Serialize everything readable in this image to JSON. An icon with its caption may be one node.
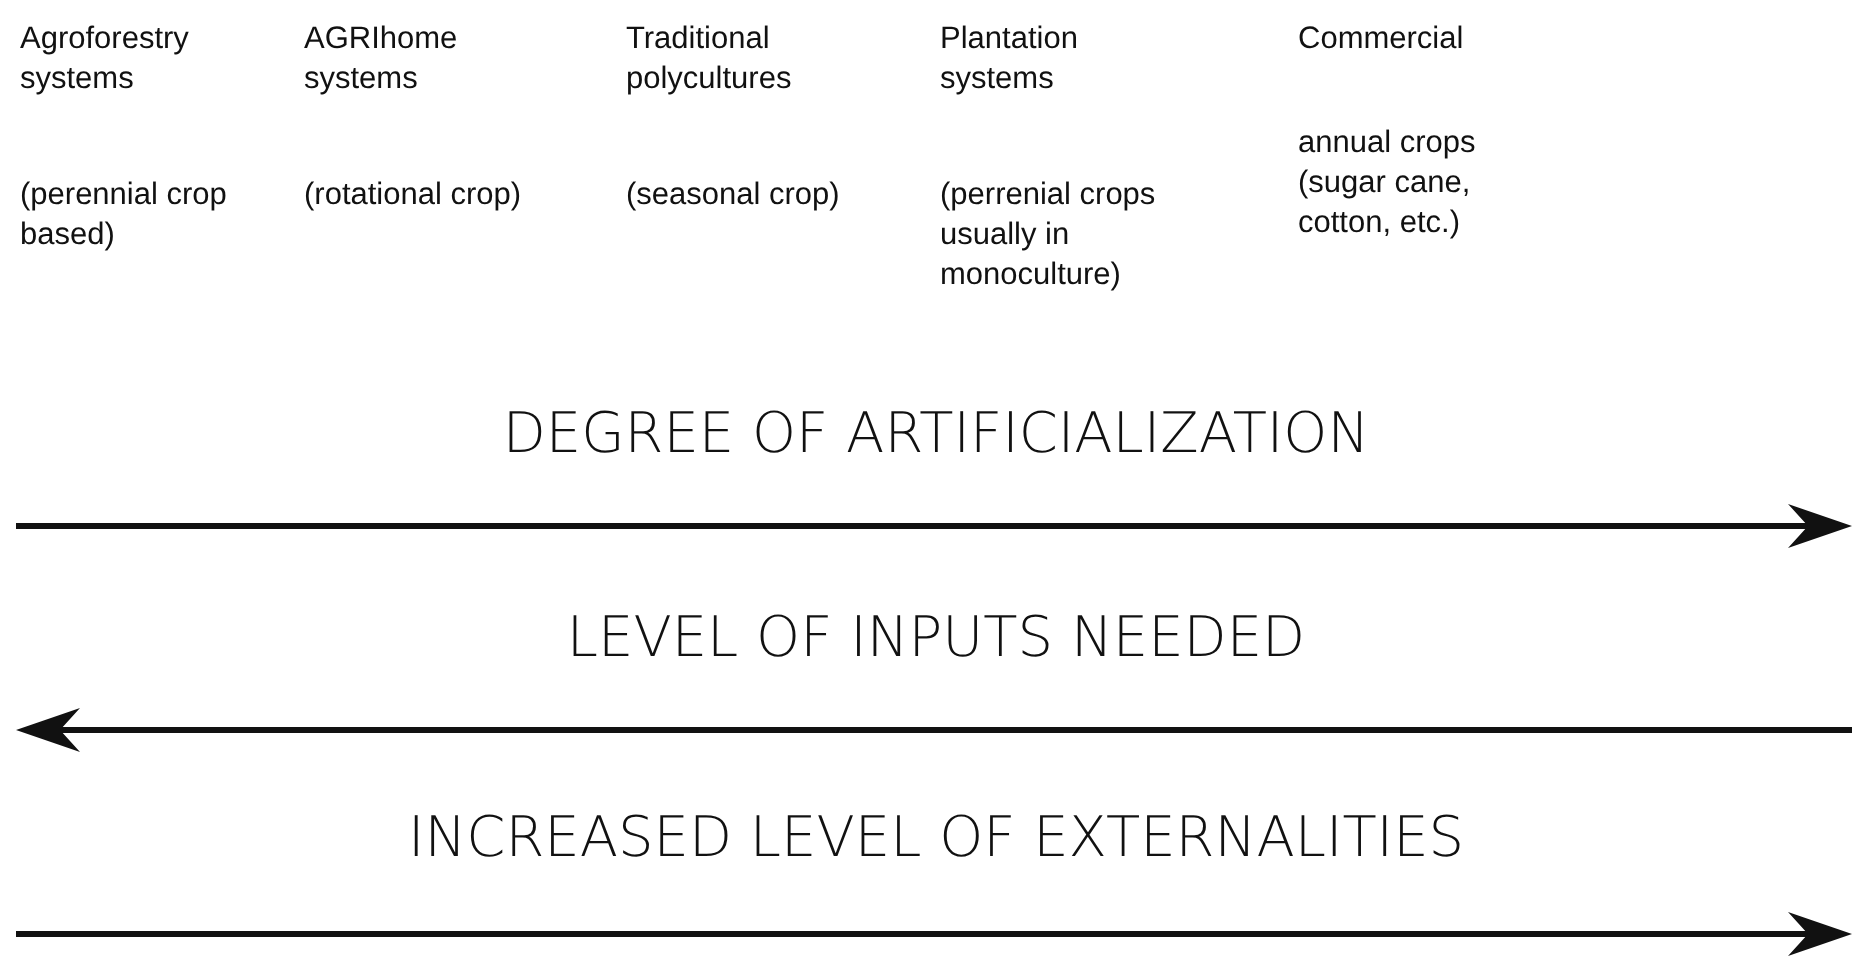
{
  "diagram": {
    "labels": [
      "Agroforestry systems",
      "(perennial crop based)",
      "AGRIhome systems",
      "(rotational crop)",
      "Traditional polycultures",
      "(seasonal crop)",
      "Plantation systems",
      "(perrenial crops usually in monoculture)",
      "Commercial",
      "annual crops (sugar cane, cotton, etc.)",
      "DEGREE OF ARTIFICIALIZATION",
      "LEVEL OF INPUTS NEEDED",
      "INCREASED LEVEL OF EXTERNALITIES"
    ]
  }
}
